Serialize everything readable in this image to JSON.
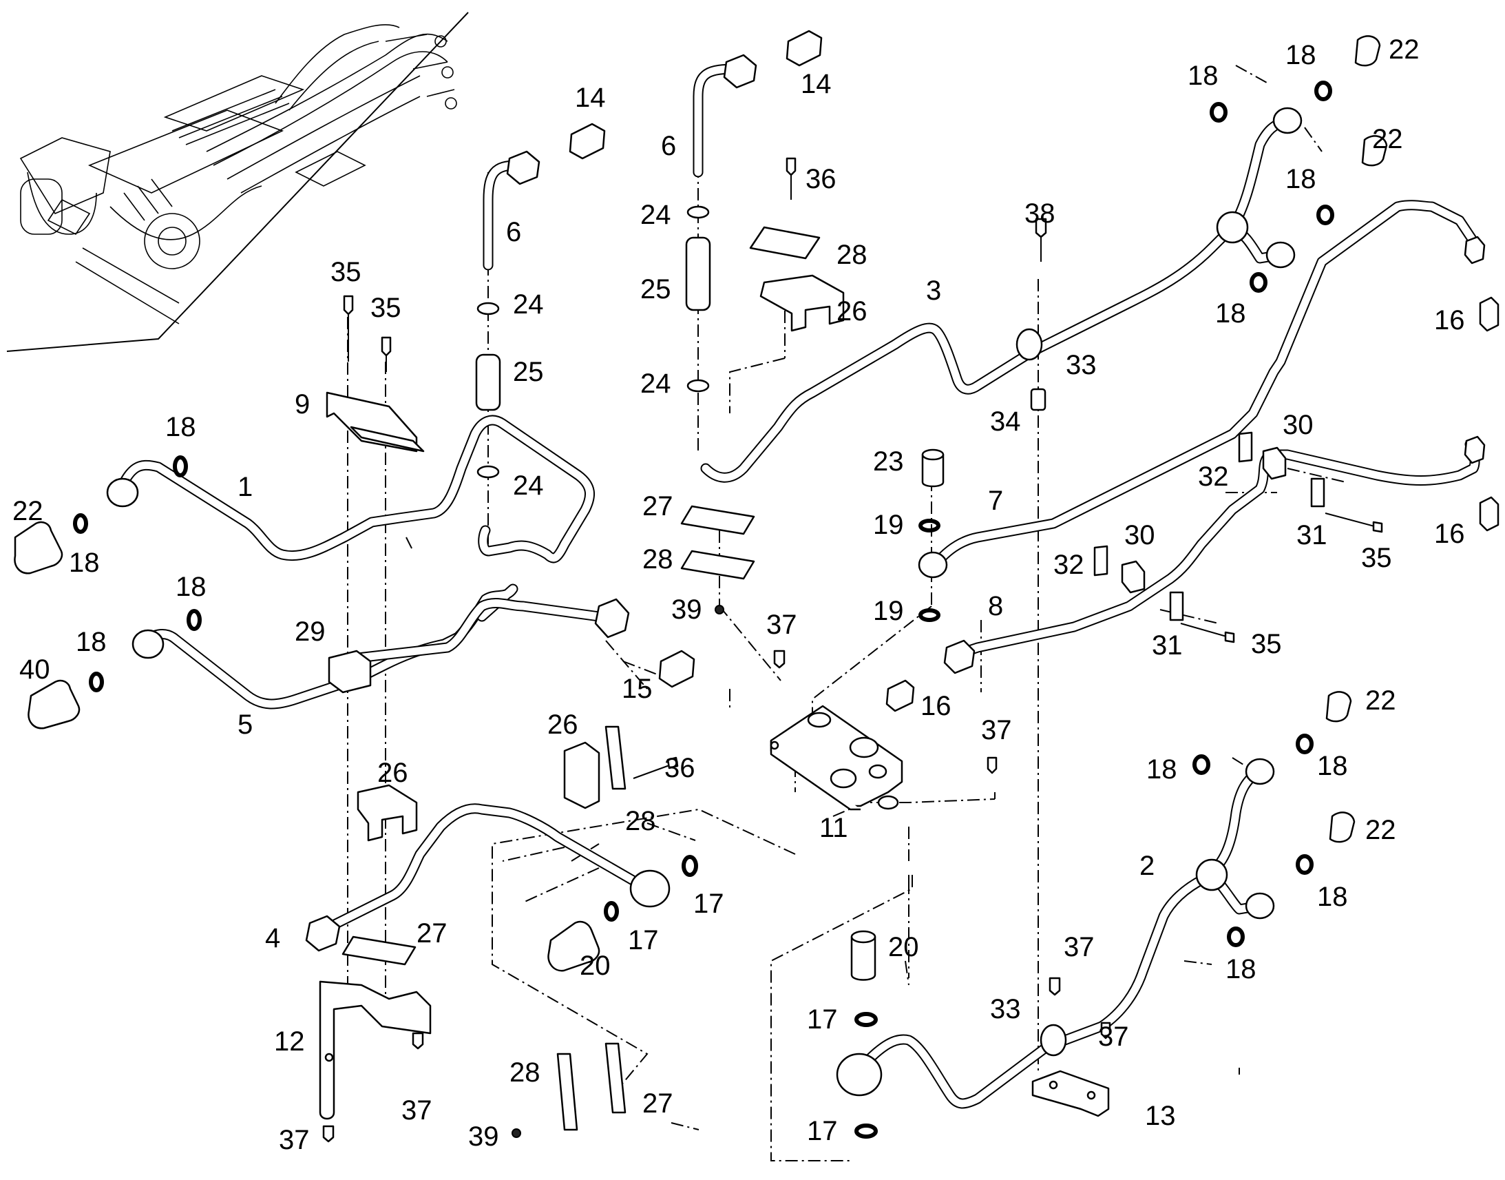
{
  "labels": {
    "l1": "1",
    "l2": "2",
    "l3": "3",
    "l4": "4",
    "l5": "5",
    "l6": "6",
    "l7": "7",
    "l8": "8",
    "l9": "9",
    "l11": "11",
    "l12": "12",
    "l13": "13",
    "l14": "14",
    "l15": "15",
    "l16": "16",
    "l17": "17",
    "l18": "18",
    "l19": "19",
    "l20": "20",
    "l22": "22",
    "l23": "23",
    "l24": "24",
    "l25": "25",
    "l26": "26",
    "l27": "27",
    "l28": "28",
    "l29": "29",
    "l30": "30",
    "l31": "31",
    "l32": "32",
    "l33": "33",
    "l34": "34",
    "l35": "35",
    "l36": "36",
    "l37": "37",
    "l38": "38",
    "l39": "39",
    "l40": "40"
  },
  "colors": {
    "line": "#000000",
    "background": "#ffffff"
  }
}
